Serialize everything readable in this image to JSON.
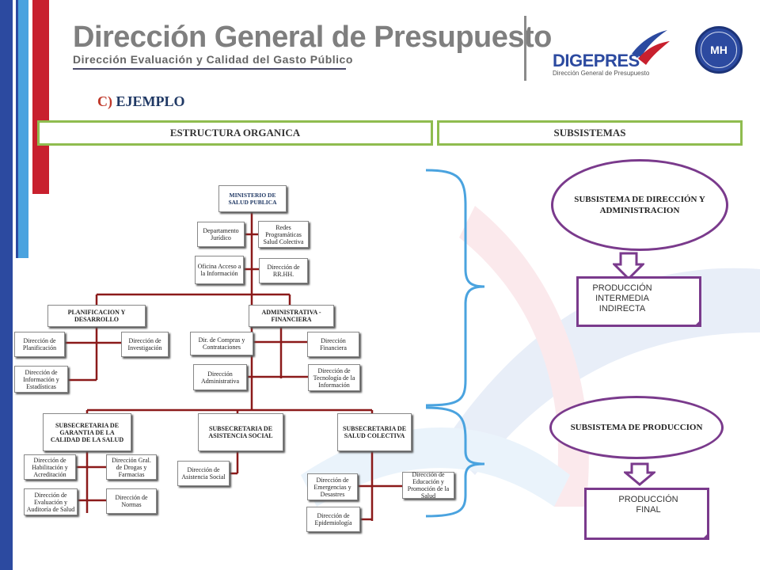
{
  "header": {
    "title": "Dirección General de Presupuesto",
    "subtitle": "Dirección Evaluación y Calidad del Gasto Público",
    "logo": {
      "name": "DIGEPRES",
      "tagline": "Dirección General de Presupuesto"
    },
    "seal": {
      "text": "MH"
    }
  },
  "section": {
    "letter": "C)",
    "label": "EJEMPLO"
  },
  "columns": {
    "left": "ESTRUCTURA ORGANICA",
    "right": "SUBSISTEMAS"
  },
  "org": {
    "ministerio": "MINISTERIO DE SALUD PUBLICA",
    "depto_juridico": "Departamento Jurídico",
    "redes": "Redes Programáticas Salud Colectiva",
    "oficina_acceso": "Oficina Acceso a la Información",
    "rrhh": "Dirección de RR.HH.",
    "planificacion_desarrollo": "PLANIFICACION Y DESARROLLO",
    "administrativa_financiera": "ADMINISTRATIVA - FINANCIERA",
    "dir_planificacion": "Dirección de Planificación",
    "dir_investigacion": "Dirección de Investigación",
    "dir_informacion": "Dirección de Información y Estadísticas",
    "dir_compras": "Dir. de Compras y Contrataciones",
    "dir_financiera": "Dirección Financiera",
    "dir_administrativa": "Dirección Administrativa",
    "dir_tecnologia": "Dirección de Tecnología de la Información",
    "sub_garantia": "SUBSECRETARIA DE GARANTIA DE LA CALIDAD DE LA SALUD",
    "sub_asistencia": "SUBSECRETARIA DE ASISTENCIA SOCIAL",
    "sub_salud_colectiva": "SUBSECRETARIA DE SALUD COLECTIVA",
    "dir_habilitacion": "Dirección de Habilitación y Acreditación",
    "dir_drogas": "Dirección Gral. de Drogas y Farmacias",
    "dir_evaluacion": "Dirección de Evaluación y Auditoría de Salud",
    "dir_normas": "Dirección de Normas",
    "dir_asistencia": "Dirección de Asistencia Social",
    "dir_emergencias": "Dirección de Emergencias y Desastres",
    "dir_educacion": "Dirección de Educación y Promoción de la Salud",
    "dir_epidemiologia": "Dirección de Epidemiología"
  },
  "subsistemas": {
    "direccion": "SUBSISTEMA DE DIRECCIÓN Y ADMINISTRACION",
    "produccion_intermedia": "PRODUCCIÓN INTERMEDIA INDIRECTA",
    "produccion": "SUBSISTEMA DE PRODUCCION",
    "produccion_final": "PRODUCCIÓN FINAL"
  },
  "colors": {
    "blue": "#2c4aa0",
    "red": "#c8202e",
    "sky": "#4aa3df",
    "green": "#8fbc4f",
    "purple": "#7a3a8c",
    "connector": "#8b1a1a"
  }
}
